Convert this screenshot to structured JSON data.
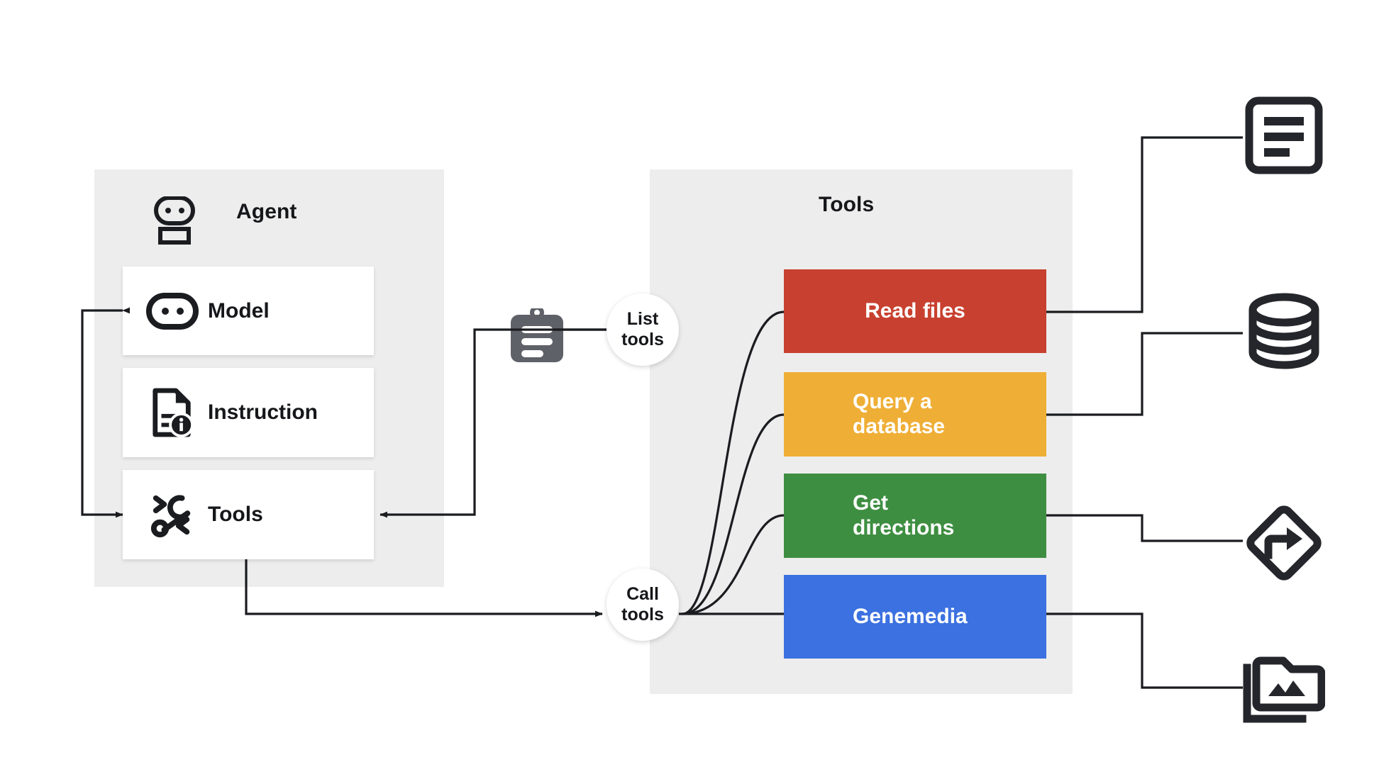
{
  "diagram": {
    "title_agent": "Agent",
    "title_tools": "Tools",
    "agent_icon": "robot-icon",
    "agent_cards": [
      {
        "label": "Model",
        "icon": "model-robot-icon"
      },
      {
        "label": "Instruction",
        "icon": "document-info-icon"
      },
      {
        "label": "Tools",
        "icon": "wrench-brackets-icon"
      }
    ],
    "hubs": [
      {
        "id": "list-tools",
        "line1": "List",
        "line2": "tools"
      },
      {
        "id": "call-tools",
        "line1": "Call",
        "line2": "tools"
      }
    ],
    "clipboard_icon": "clipboard-list-icon",
    "tools": [
      {
        "label": "Read files",
        "color": "#C8402F",
        "align": "center",
        "endpoint_icon": "document-lines-icon"
      },
      {
        "label": "Query a database",
        "line1": "Query a",
        "line2": "database",
        "color": "#EFAE35",
        "align": "left",
        "endpoint_icon": "database-icon"
      },
      {
        "label": "Get directions",
        "line1": "Get",
        "line2": "directions",
        "color": "#3E8E41",
        "align": "left",
        "endpoint_icon": "directions-sign-icon"
      },
      {
        "label": "Genemedia",
        "color": "#3B71E0",
        "align": "left",
        "endpoint_icon": "media-folder-icon"
      }
    ],
    "colors": {
      "panel_bg": "#ededed",
      "card_bg": "#ffffff",
      "ink": "#16171a",
      "wire": "#1b1c20",
      "clipboard": "#5f6168"
    }
  }
}
